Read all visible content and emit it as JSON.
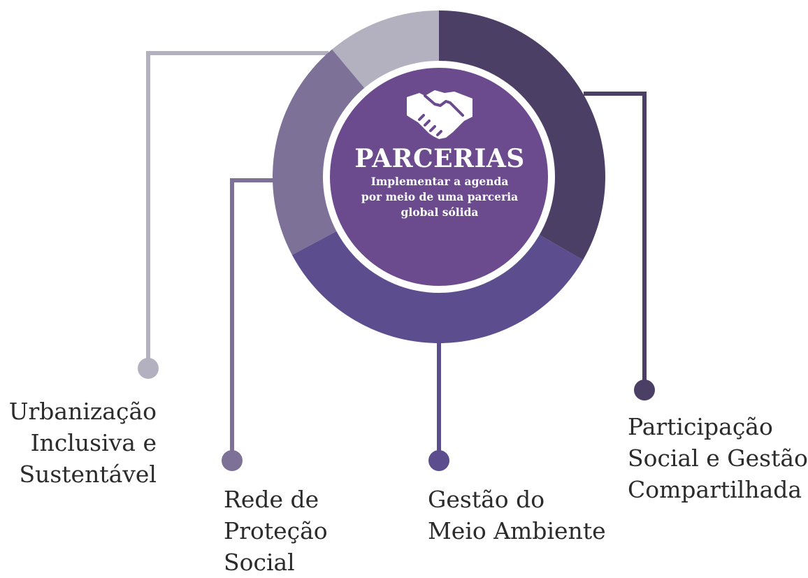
{
  "center": {
    "icon": "handshake-icon",
    "title": "PARCERIAS",
    "subtitle_lines": [
      "Implementar a agenda",
      "por meio de uma parceria",
      "global sólida"
    ]
  },
  "segments": [
    {
      "key": "urbanizacao",
      "color": "#b3b0c0",
      "lines": [
        "Urbanização",
        "Inclusiva e",
        "Sustentável"
      ]
    },
    {
      "key": "rede",
      "color": "#7e7197",
      "lines": [
        "Rede de",
        "Proteção",
        "Social"
      ]
    },
    {
      "key": "gestao_meio",
      "color": "#5c4d8e",
      "lines": [
        "Gestão do",
        "Meio Ambiente"
      ]
    },
    {
      "key": "participacao",
      "color": "#4b3f66",
      "lines": [
        "Participação",
        "Social e Gestão",
        "Compartilhada"
      ]
    }
  ],
  "colors": {
    "center_fill": "#6b4a8e",
    "white_ring": "#ffffff"
  }
}
